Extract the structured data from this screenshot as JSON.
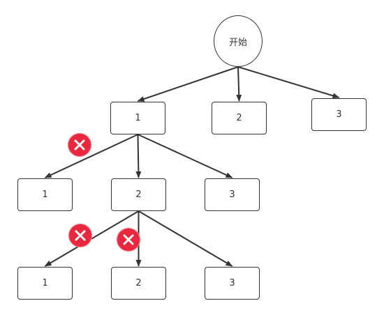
{
  "diagram": {
    "colors": {
      "stroke": "#333333",
      "badge": "#e8283e",
      "badge_mark": "#ffffff"
    },
    "nodes": {
      "start": {
        "label": "开始"
      },
      "l1_a": {
        "label": "1"
      },
      "l1_b": {
        "label": "2"
      },
      "l1_c": {
        "label": "3"
      },
      "l2_a": {
        "label": "1"
      },
      "l2_b": {
        "label": "2"
      },
      "l2_c": {
        "label": "3"
      },
      "l3_a": {
        "label": "1"
      },
      "l3_b": {
        "label": "2"
      },
      "l3_c": {
        "label": "3"
      }
    },
    "edges": [
      {
        "from": "start",
        "to": "l1_a"
      },
      {
        "from": "start",
        "to": "l1_b"
      },
      {
        "from": "start",
        "to": "l1_c"
      },
      {
        "from": "l1_a",
        "to": "l2_a"
      },
      {
        "from": "l1_a",
        "to": "l2_b"
      },
      {
        "from": "l1_a",
        "to": "l2_c"
      },
      {
        "from": "l2_b",
        "to": "l3_a"
      },
      {
        "from": "l2_b",
        "to": "l3_b"
      },
      {
        "from": "l2_b",
        "to": "l3_c"
      }
    ],
    "pruned_edges": [
      {
        "from": "l1_a",
        "to": "l2_a",
        "icon": "close-icon"
      },
      {
        "from": "l2_b",
        "to": "l3_a",
        "icon": "close-icon"
      },
      {
        "from": "l2_b",
        "to": "l3_b",
        "icon": "close-icon"
      }
    ]
  }
}
